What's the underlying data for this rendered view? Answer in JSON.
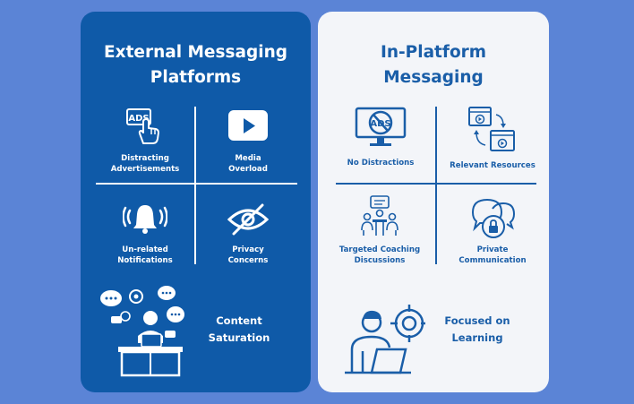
{
  "left_panel": {
    "title_line1": "External Messaging",
    "title_line2": "Platforms",
    "cells": [
      {
        "line1": "Distracting",
        "line2": "Advertisements",
        "icon": "ads-click-icon"
      },
      {
        "line1": "Media",
        "line2": "Overload",
        "icon": "play-button-icon"
      },
      {
        "line1": "Un-related",
        "line2": "Notifications",
        "icon": "bell-icon"
      },
      {
        "line1": "Privacy",
        "line2": "Concerns",
        "icon": "hidden-eye-icon"
      }
    ],
    "bottom_line1": "Content",
    "bottom_line2": "Saturation",
    "bottom_icon": "overwhelmed-person-icon",
    "ads_icon_text": "ADS"
  },
  "right_panel": {
    "title_line1": "In-Platform",
    "title_line2": "Messaging",
    "cells": [
      {
        "line1": "No Distractions",
        "line2": "",
        "icon": "no-ads-monitor-icon"
      },
      {
        "line1": "Relevant Resources",
        "line2": "",
        "icon": "video-resources-icon"
      },
      {
        "line1": "Targeted Coaching",
        "line2": "Discussions",
        "icon": "coaching-discussion-icon"
      },
      {
        "line1": "Private",
        "line2": "Communication",
        "icon": "private-chat-icon"
      }
    ],
    "bottom_line1": "Focused on",
    "bottom_line2": "Learning",
    "bottom_icon": "focused-learner-icon",
    "noads_icon_text": "ADS"
  },
  "colors": {
    "background": "#5b84d6",
    "left_panel": "#0f5aa8",
    "right_panel": "#f3f5f9",
    "right_text": "#1a5ea8"
  }
}
